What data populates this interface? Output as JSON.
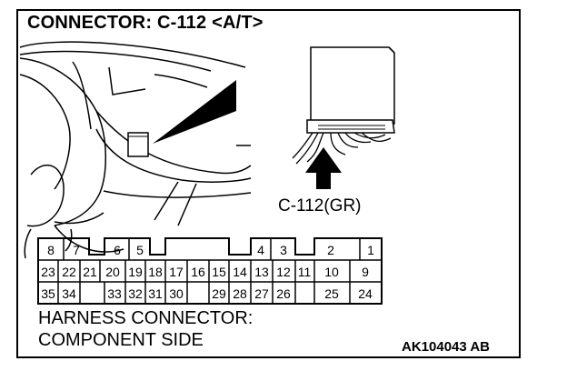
{
  "title": "CONNECTOR: C-112 <A/T>",
  "connector_label": "C-112(GR)",
  "caption": {
    "line1": "HARNESS CONNECTOR:",
    "line2": "COMPONENT SIDE"
  },
  "code": "AK104043 AB",
  "pins": {
    "top_row": [
      "8",
      "7",
      "6",
      "5",
      "4",
      "3",
      "2",
      "1"
    ],
    "middle_row": [
      "23",
      "22",
      "21",
      "20",
      "19",
      "18",
      "17",
      "16",
      "15",
      "14",
      "13",
      "12",
      "11",
      "10",
      "9"
    ],
    "bottom_row": [
      "35",
      "34",
      "33",
      "32",
      "31",
      "30",
      "29",
      "28",
      "27",
      "26",
      "25",
      "24"
    ]
  }
}
